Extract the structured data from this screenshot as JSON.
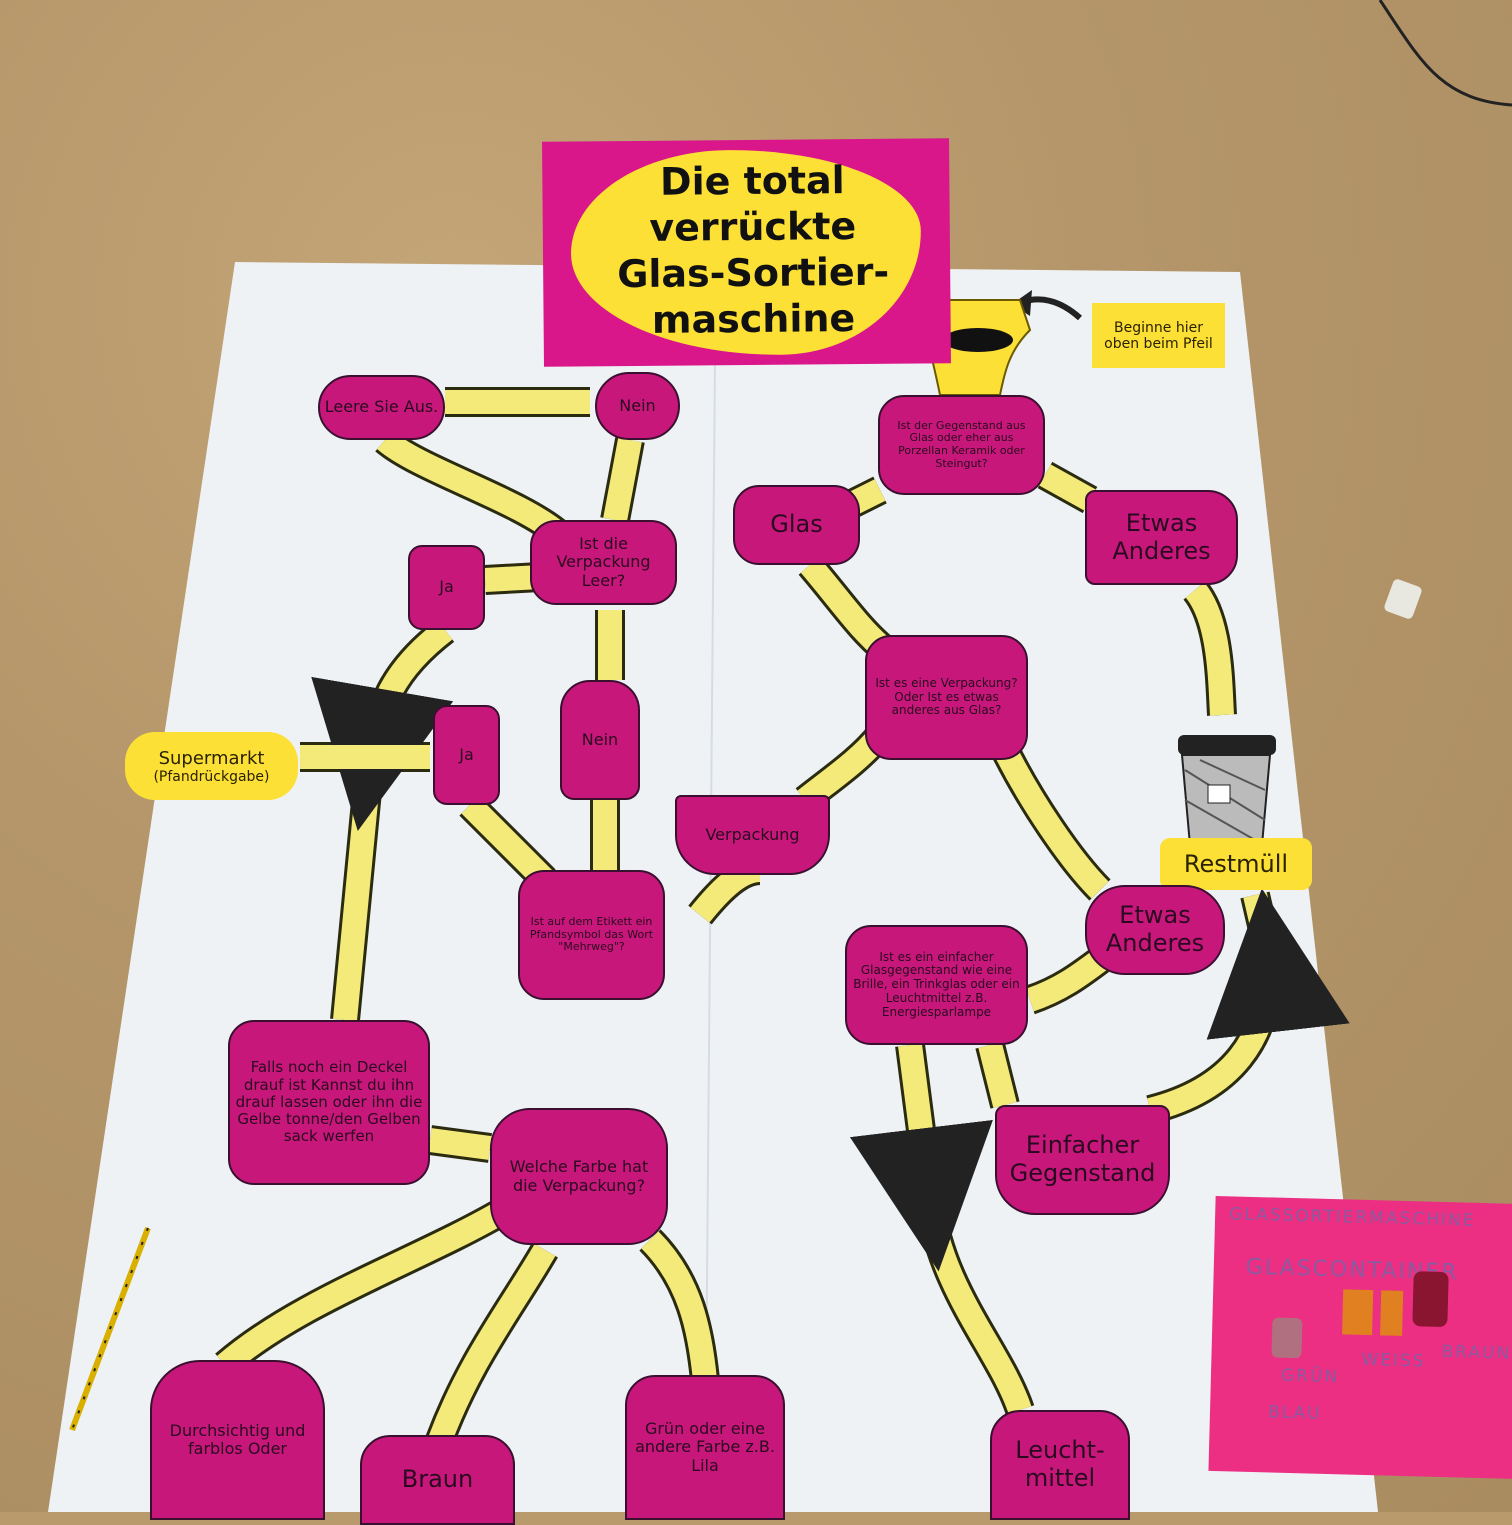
{
  "title": {
    "lines": [
      "Die total",
      "verrückte",
      "Glas-Sortier-",
      "maschine"
    ]
  },
  "start_hint": "Beginne hier oben beim Pfeil",
  "nodes": {
    "q_glass_or_porcelain": "Ist der Gegenstand aus Glas oder eher aus Porzellan Keramik oder Steingut?",
    "glas": "Glas",
    "etwas_anderes_top": "Etwas Anderes",
    "restmuell": "Restmüll",
    "q_packaging": "Ist es eine Verpackung? Oder Ist es etwas anderes aus Glas?",
    "verpackung": "Verpackung",
    "etwas_anderes_mid": "Etwas Anderes",
    "q_simple_object": "Ist es ein einfacher Glasgegenstand wie eine Brille, ein Trinkglas oder ein Leuchtmittel z.B. Energiesparlampe",
    "einfacher_gegenstand": "Einfacher Gegenstand",
    "leuchtmittel": "Leucht-mittel",
    "q_label": "Ist auf dem Etikett ein Pfandsymbol das Wort \"Mehrweg\"?",
    "nein_mid": "Nein",
    "ja_mid": "Ja",
    "q_empty": "Ist die Verpackung Leer?",
    "ja_top": "Ja",
    "nein_top": "Nein",
    "leere_sie_aus": "Leere Sie Aus.",
    "supermarkt": "Supermarkt",
    "pfandrueckgabe": "(Pfandrückgabe)",
    "lid_note": "Falls noch ein Deckel drauf ist Kannst du ihn drauf lassen oder ihn die Gelbe tonne/den Gelben sack werfen",
    "q_color": "Welche Farbe hat die Verpackung?",
    "durchsichtig": "Durchsichtig und farblos Oder",
    "braun": "Braun",
    "gruen": "Grün oder eine andere Farbe z.B. Lila"
  },
  "side_card": {
    "heading": "GLASSORTIERMASCHINE",
    "sub": "GLASCONTAINER",
    "colors": [
      "GRÜN",
      "WEISS",
      "BRAUN",
      "BLAU"
    ]
  },
  "colors": {
    "node": "#c8177a",
    "pipe": "#f3ea7a",
    "label": "#fde036",
    "paper": "#eef2f5"
  }
}
